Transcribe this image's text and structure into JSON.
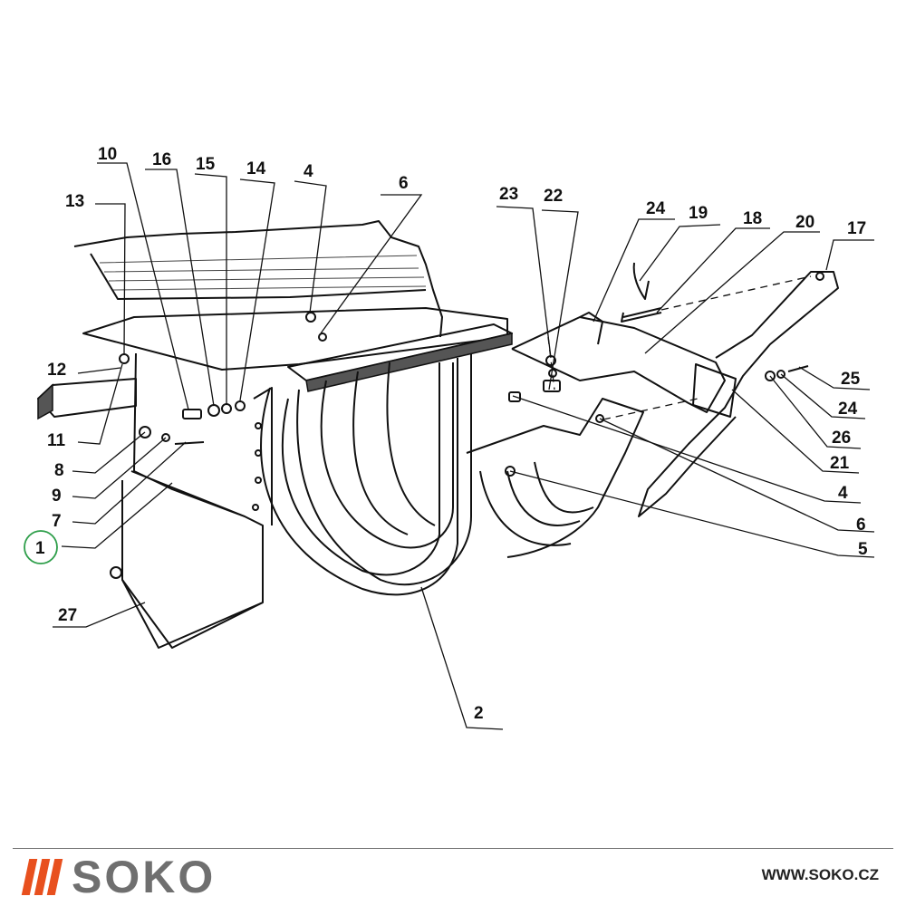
{
  "diagram": {
    "callouts": [
      "10",
      "16",
      "15",
      "14",
      "4",
      "6",
      "13",
      "12",
      "11",
      "8",
      "9",
      "7",
      "1",
      "27",
      "2",
      "23",
      "22",
      "24",
      "19",
      "18",
      "20",
      "17",
      "25",
      "24",
      "26",
      "21",
      "4",
      "6",
      "5"
    ],
    "highlight_color": "#2e9e4a"
  },
  "footer": {
    "brand": "SOKO",
    "url": "WWW.SOKO.CZ",
    "brand_color": "#6f6f6f",
    "accent_color": "#e8501e"
  }
}
